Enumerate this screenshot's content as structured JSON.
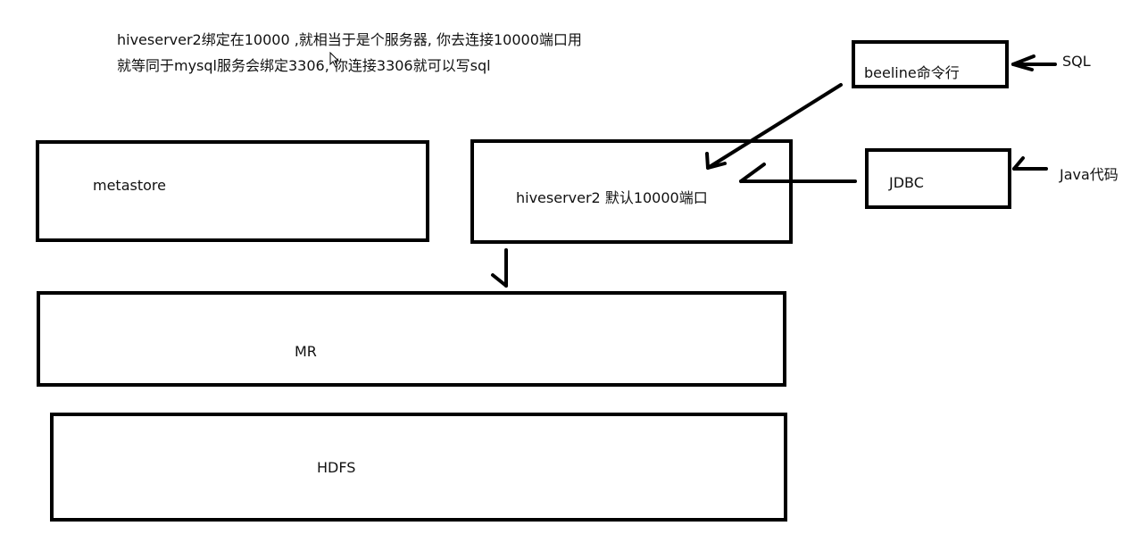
{
  "notes": {
    "line1": "hiveserver2绑定在10000 ,就相当于是个服务器, 你去连接10000端口用",
    "line2": "就等同于mysql服务会绑定3306, 你连接3306就可以写sql"
  },
  "boxes": {
    "metastore": "metastore",
    "hiveserver2": "hiveserver2  默认10000端口",
    "beeline": "beeline命令行",
    "jdbc": "JDBC",
    "mr": "MR",
    "hdfs": "HDFS"
  },
  "external": {
    "sql": "SQL",
    "java": "Java代码"
  },
  "colors": {
    "stroke": "#000000",
    "background": "#ffffff"
  }
}
